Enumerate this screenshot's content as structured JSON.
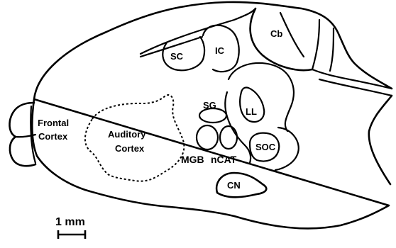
{
  "labels": {
    "cb": "Cb",
    "sc": "SC",
    "ic": "IC",
    "sg": "SG",
    "ll": "LL",
    "frontal_line1": "Frontal",
    "frontal_line2": "Cortex",
    "auditory_line1": "Auditory",
    "auditory_line2": "Cortex",
    "mgb": "MGB",
    "ncat": "nCAT",
    "soc": "SOC",
    "cn": "CN"
  },
  "scale_bar": {
    "label": "1 mm"
  }
}
